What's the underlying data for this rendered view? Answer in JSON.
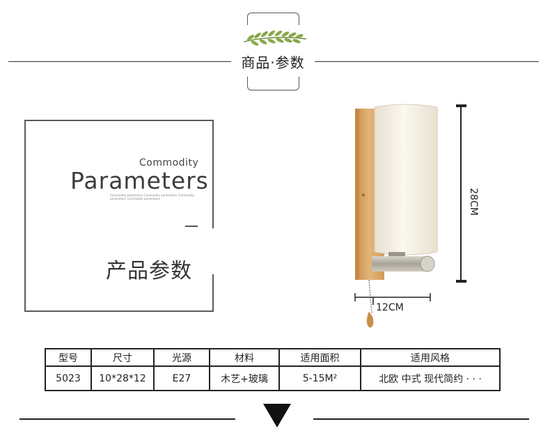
{
  "header": {
    "title": "商品·参数",
    "leaf_icon": "olive-branch-icon"
  },
  "card": {
    "commodity": "Commodity",
    "parameters": "Parameters",
    "small_text": "Commodity parameters Commodity parameters Commodity parameters Commodity parameters",
    "cn_title": "产品参数"
  },
  "dimensions": {
    "height": "28CM",
    "width": "12CM"
  },
  "spec_table": {
    "headers": [
      "型号",
      "尺寸",
      "光源",
      "材料",
      "适用面积",
      "适用风格"
    ],
    "values": [
      "5023",
      "10*28*12",
      "E27",
      "木艺+玻璃",
      "5-15M²",
      "北欧 中式 现代简约 · · ·"
    ]
  },
  "footer": {
    "arrow_icon": "down-triangle-icon"
  },
  "colors": {
    "wood": "#d9a865",
    "glass": "#f3ede0",
    "metal": "#b8b4ac",
    "line": "#222222"
  }
}
